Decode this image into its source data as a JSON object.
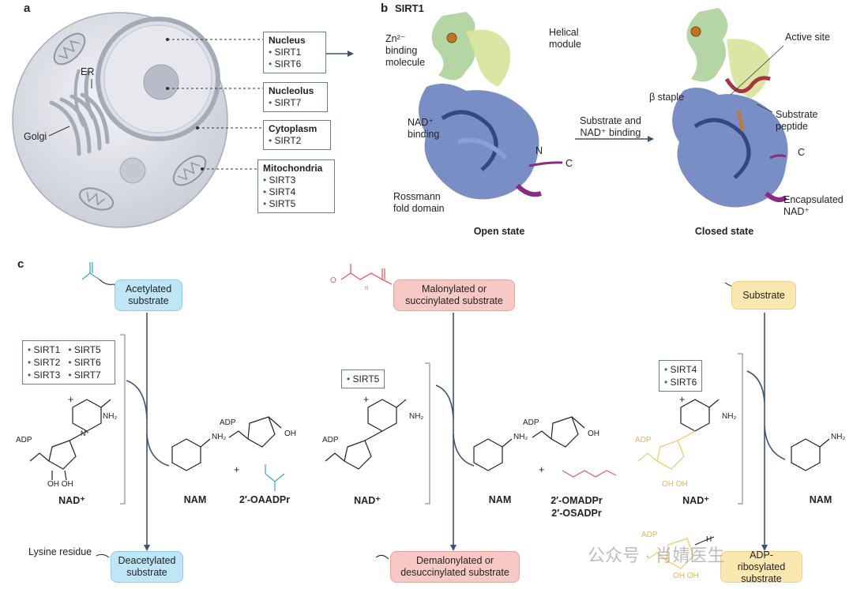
{
  "panels": {
    "a": "a",
    "b": "b",
    "b_title": "SIRT1",
    "c": "c"
  },
  "cell": {
    "er": "ER",
    "golgi": "Golgi",
    "boxes": [
      {
        "title": "Nucleus",
        "items": [
          "SIRT1",
          "SIRT6"
        ]
      },
      {
        "title": "Nucleolus",
        "items": [
          "SIRT7"
        ]
      },
      {
        "title": "Cytoplasm",
        "items": [
          "SIRT2"
        ]
      },
      {
        "title": "Mitochondria",
        "items": [
          "SIRT3",
          "SIRT4",
          "SIRT5"
        ]
      }
    ]
  },
  "structure": {
    "zn_l1": "Zn²⁻",
    "zn_l2": "binding",
    "zn_l3": "molecule",
    "helical_l1": "Helical",
    "helical_l2": "module",
    "nad_l1": "NAD⁺",
    "nad_l2": "binding",
    "ross_l1": "Rossmann",
    "ross_l2": "fold domain",
    "n": "N",
    "c_open": "C",
    "c_closed": "C",
    "arrow_l1": "Substrate and",
    "arrow_l2": "NAD⁺ binding",
    "active": "Active site",
    "beta": "β staple",
    "sub_l1": "Substrate",
    "sub_l2": "peptide",
    "enc_l1": "Encapsulated",
    "enc_l2": "NAD⁺",
    "open": "Open state",
    "closed": "Closed state",
    "colors": {
      "helix_blue": "#5b73b5",
      "green": "#8fbf7f",
      "yellowgreen": "#c9dc86",
      "purple": "#8a2a83",
      "red": "#a8343c",
      "zn": "#c07422"
    }
  },
  "reactions": {
    "r1": {
      "top": "Acetylated substrate",
      "top_l1": "Acetylated",
      "top_l2": "substrate",
      "bottom_l1": "Deacetylated",
      "bottom_l2": "substrate",
      "enzymes_col1": [
        "SIRT1",
        "SIRT2",
        "SIRT3"
      ],
      "enzymes_col2": [
        "SIRT5",
        "SIRT6",
        "SIRT7"
      ],
      "plus1": "+",
      "plus2": "+",
      "nad": "NAD⁺",
      "nam": "NAM",
      "prod": "2′-OAADPr",
      "lysine": "Lysine residue"
    },
    "r2": {
      "top_l1": "Malonylated or",
      "top_l2": "succinylated substrate",
      "bottom_l1": "Demalonylated or",
      "bottom_l2": "desuccinylated substrate",
      "enzyme": "SIRT5",
      "plus1": "+",
      "plus2": "+",
      "nad": "NAD⁺",
      "nam": "NAM",
      "prod1": "2′-OMADPr",
      "prod2": "2′-OSADPr"
    },
    "r3": {
      "top": "Substrate",
      "bottom_l1": "ADP-ribosylated",
      "bottom_l2": "substrate",
      "enzymes": [
        "SIRT4",
        "SIRT6"
      ],
      "plus": "+",
      "nad": "NAD⁺",
      "nam": "NAM"
    },
    "chem": {
      "adp": "ADP",
      "oh": "OH",
      "nh2": "NH₂",
      "n": "N",
      "o": "O",
      "n_sub": "n",
      "h": "H",
      "oh_oh": "OH OH",
      "nplus": "N⁺"
    }
  },
  "watermark": "公众号 · 肖婧医生"
}
